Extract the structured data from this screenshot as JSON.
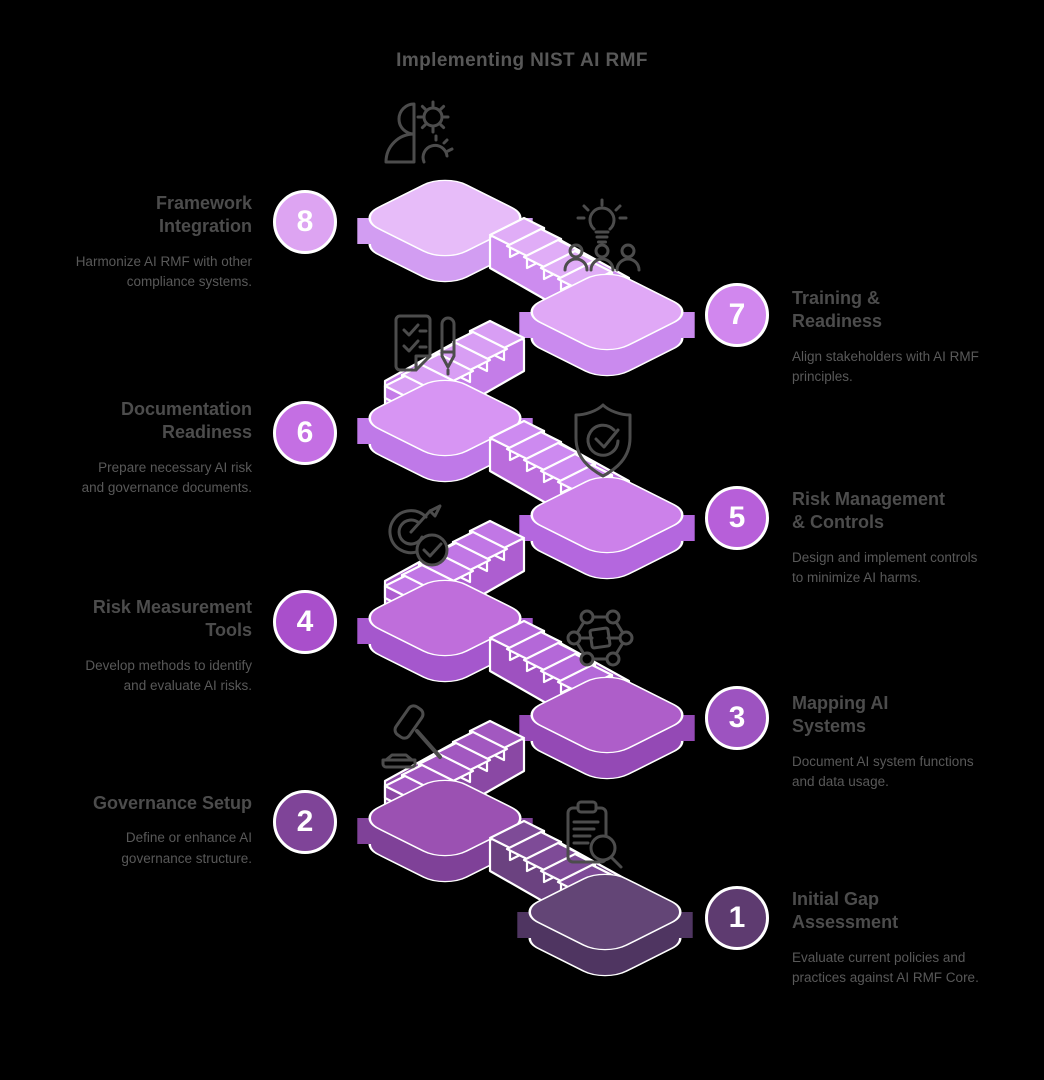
{
  "title": "Implementing NIST AI RMF",
  "steps": [
    {
      "number": "1",
      "title": "Initial Gap Assessment",
      "description": "Evaluate current policies and practices against AI RMF Core.",
      "color": "#5e3b70",
      "icon": "clipboard-search",
      "side": "right"
    },
    {
      "number": "2",
      "title": "Governance Setup",
      "description": "Define or enhance AI governance structure.",
      "color": "#7f4498",
      "icon": "gavel",
      "side": "left"
    },
    {
      "number": "3",
      "title": "Mapping AI Systems",
      "description": "Document AI system functions and data usage.",
      "color": "#9d53c0",
      "icon": "network-nodes",
      "side": "right"
    },
    {
      "number": "4",
      "title": "Risk Measurement Tools",
      "description": "Develop methods to identify and evaluate AI risks.",
      "color": "#a94fcb",
      "icon": "target-check",
      "side": "left"
    },
    {
      "number": "5",
      "title": "Risk Management & Controls",
      "description": "Design and implement controls to minimize AI harms.",
      "color": "#b75fd9",
      "icon": "shield-check",
      "side": "right"
    },
    {
      "number": "6",
      "title": "Documentation Readiness",
      "description": "Prepare necessary AI risk and governance documents.",
      "color": "#c46fe3",
      "icon": "checklist-pen",
      "side": "left"
    },
    {
      "number": "7",
      "title": "Training & Readiness",
      "description": "Align stakeholders with AI RMF principles.",
      "color": "#d187ee",
      "icon": "lightbulb-team",
      "side": "right"
    },
    {
      "number": "8",
      "title": "Framework Integration",
      "description": "Harmonize AI RMF with other compliance systems.",
      "color": "#dda4f2",
      "icon": "person-gears",
      "side": "left"
    }
  ],
  "staircase": {
    "order": "step 8 top-left descending zigzag to step 1 bottom-right",
    "platform_colors_bottom_to_top": [
      "#634576",
      "#9b51b2",
      "#ae5ec9",
      "#bf6edb",
      "#cc81ea",
      "#d795f3",
      "#e0a8f6",
      "#e7bcf9"
    ],
    "outline_color": "#ffffff",
    "text_color": "#4c4c4c"
  }
}
